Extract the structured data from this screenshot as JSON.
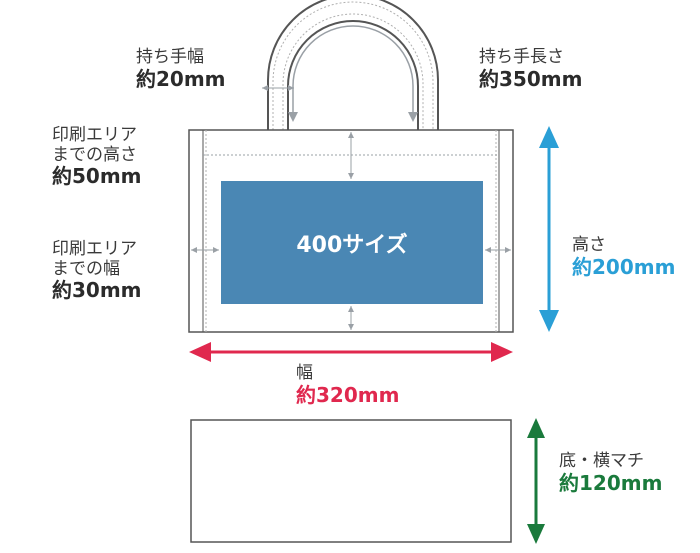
{
  "print_area_label": "400サイズ",
  "labels": {
    "handle_width": {
      "title": "持ち手幅",
      "value": "約20mm"
    },
    "handle_length": {
      "title": "持ち手長さ",
      "value": "約350mm"
    },
    "print_height": {
      "line1": "印刷エリア",
      "line2": "までの高さ",
      "value": "約50mm"
    },
    "print_width": {
      "line1": "印刷エリア",
      "line2": "までの幅",
      "value": "約30mm"
    },
    "bag_height": {
      "title": "高さ",
      "value": "約200mm"
    },
    "bag_width": {
      "title": "幅",
      "value": "約320mm"
    },
    "gusset": {
      "title": "底・横マチ",
      "value": "約120mm"
    }
  },
  "colors": {
    "print_area": "#4a87b4",
    "height_arrow": "#2a9fd6",
    "width_arrow": "#e0284e",
    "gusset_arrow": "#1a7a3c",
    "outline": "#555555",
    "guide": "#9aa0a6"
  }
}
